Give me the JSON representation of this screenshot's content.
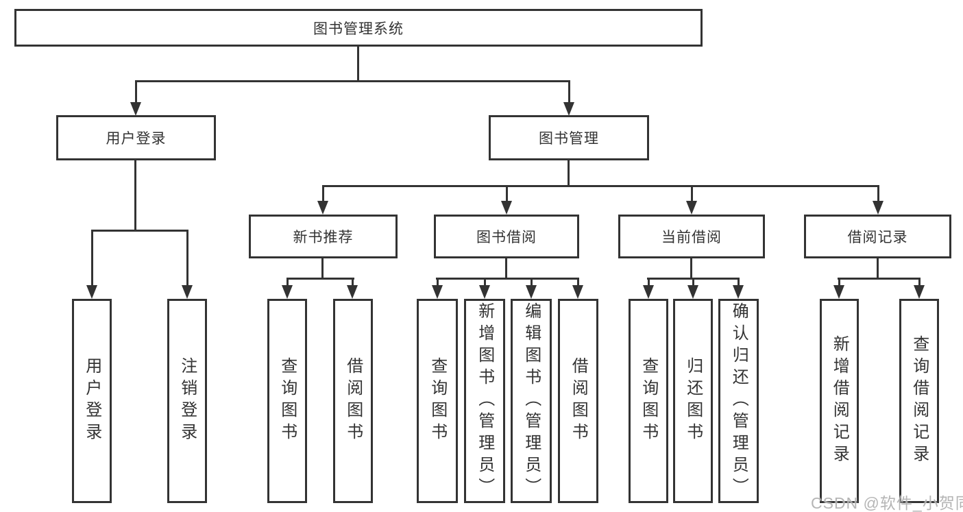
{
  "diagram": {
    "tree": {
      "label": "图书管理系统",
      "children": [
        {
          "label": "用户登录",
          "children": [
            {
              "label": "用户登录"
            },
            {
              "label": "注销登录"
            }
          ]
        },
        {
          "label": "图书管理",
          "children": [
            {
              "label": "新书推荐",
              "children": [
                {
                  "label": "查询图书"
                },
                {
                  "label": "借阅图书"
                }
              ]
            },
            {
              "label": "图书借阅",
              "children": [
                {
                  "label": "查询图书"
                },
                {
                  "label": "新增图书（管理员）"
                },
                {
                  "label": "编辑图书（管理员）"
                },
                {
                  "label": "借阅图书"
                }
              ]
            },
            {
              "label": "当前借阅",
              "children": [
                {
                  "label": "查询图书"
                },
                {
                  "label": "归还图书"
                },
                {
                  "label": "确认归还（管理员）"
                }
              ]
            },
            {
              "label": "借阅记录",
              "children": [
                {
                  "label": "新增借阅记录"
                },
                {
                  "label": "查询借阅记录"
                }
              ]
            }
          ]
        }
      ]
    },
    "colors": {
      "line": "#333333",
      "background": "#ffffff",
      "watermark": "#a8a8a8"
    }
  },
  "watermark": {
    "text": "CSDN @软件_小贺同学"
  }
}
